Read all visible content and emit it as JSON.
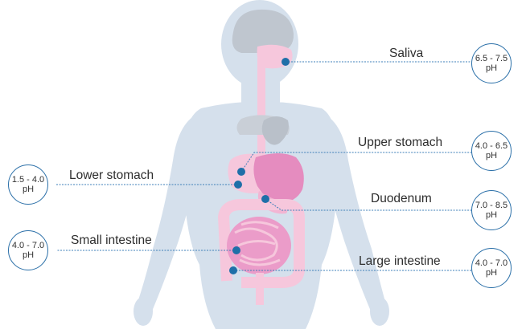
{
  "colors": {
    "body_silhouette": "#d5e0ec",
    "organ_pink": "#f6c7dc",
    "stomach_pink": "#e58cbf",
    "intestine_pink": "#eb9cc9",
    "grey_organs": "#bfc6cf",
    "leader_line": "#3e7fb8",
    "dot": "#1f6fa8",
    "badge_border": "#2a6fa8"
  },
  "body_icons": [
    "human-silhouette-icon",
    "brain-icon",
    "mouth-icon",
    "esophagus-icon",
    "lungs-icon",
    "heart-icon",
    "stomach-icon",
    "small-intestine-icon",
    "large-intestine-icon"
  ],
  "callouts": [
    {
      "id": "saliva",
      "label": "Saliva",
      "range": "6.5 - 7.5",
      "unit": "pH"
    },
    {
      "id": "upper-stomach",
      "label": "Upper stomach",
      "range": "4.0 - 6.5",
      "unit": "pH"
    },
    {
      "id": "lower-stomach",
      "label": "Lower stomach",
      "range": "1.5 - 4.0",
      "unit": "pH"
    },
    {
      "id": "duodenum",
      "label": "Duodenum",
      "range": "7.0 - 8.5",
      "unit": "pH"
    },
    {
      "id": "small-intestine",
      "label": "Small intestine",
      "range": "4.0 - 7.0",
      "unit": "pH"
    },
    {
      "id": "large-intestine",
      "label": "Large intestine",
      "range": "4.0 - 7.0",
      "unit": "pH"
    }
  ]
}
